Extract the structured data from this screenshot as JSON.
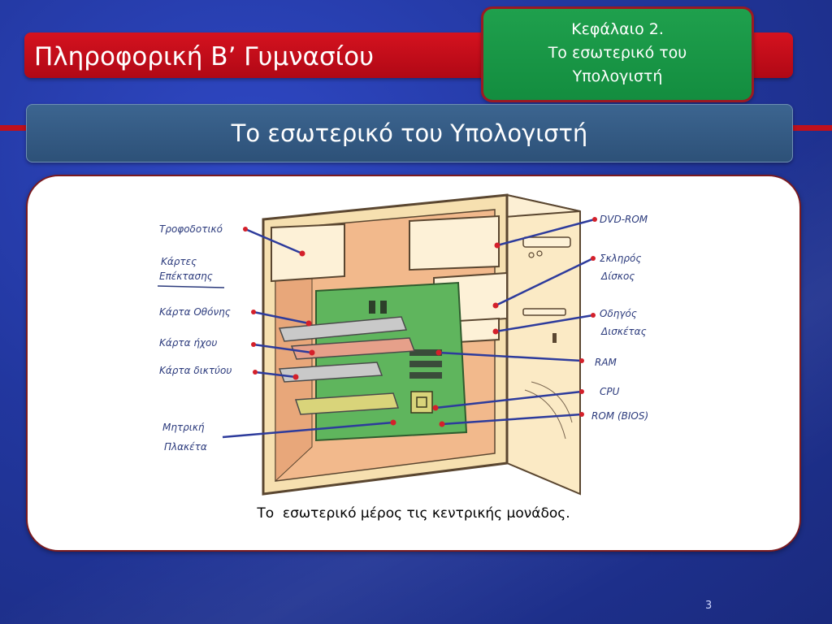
{
  "header": {
    "title": "Πληροφορική Β’ Γυμνασίου",
    "chapter_lines": [
      "Κεφάλαιο 2.",
      "Το εσωτερικό του",
      "Υπολογιστή"
    ]
  },
  "subtitle": "Το εσωτερικό του Υπολογιστή",
  "figure": {
    "labels": {
      "power_supply": "Τροφοδοτικό",
      "expansion_cards_1": "Κάρτες",
      "expansion_cards_2": "Επέκτασης",
      "video_card": "Κάρτα Οθόνης",
      "sound_card": "Κάρτα ήχου",
      "network_card": "Κάρτα δικτύου",
      "motherboard_1": "Μητρική",
      "motherboard_2": "Πλακέτα",
      "dvd_rom": "DVD-ROM",
      "hard_disk_1": "Σκληρός",
      "hard_disk_2": "Δίσκος",
      "floppy_1": "Οδηγός",
      "floppy_2": "Δισκέτας",
      "ram": "RAM",
      "cpu": "CPU",
      "rom_bios": "ROM (BIOS)"
    }
  },
  "caption": "Το  εσωτερικό μέρος τις κεντρικής μονάδος.",
  "page_number": "3",
  "colors": {
    "title_bar": "#c8101d",
    "chapter_box": "#1a9a48",
    "subtitle_bar": "#345b85",
    "label_ink": "#2b3a7c"
  }
}
